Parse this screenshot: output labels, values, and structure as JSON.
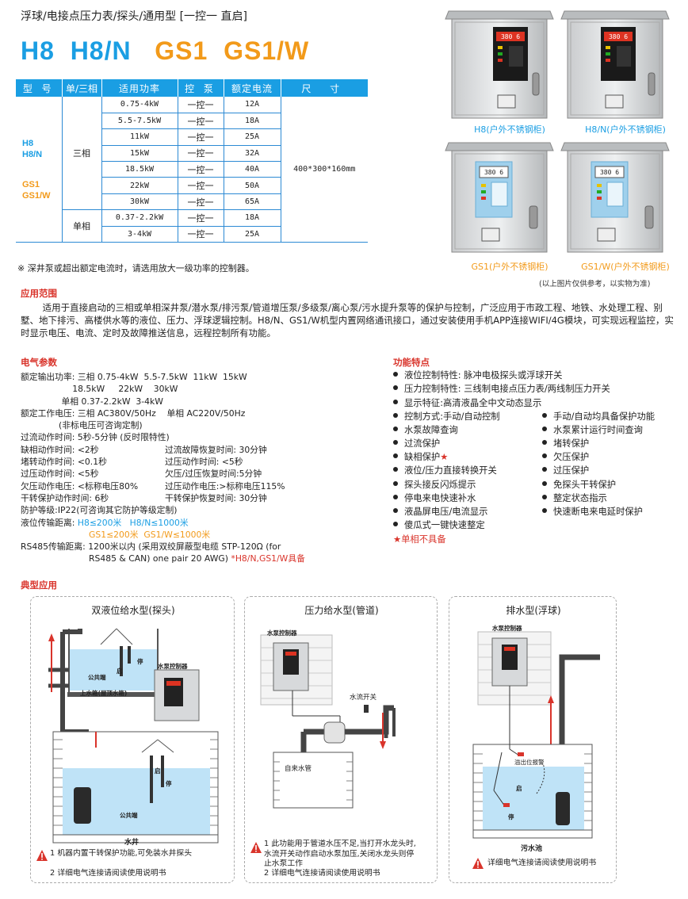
{
  "header": {
    "subtitle": "浮球/电接点压力表/探头/通用型 [一控一 直启]",
    "model_h8": "H8",
    "model_h8n": "H8/N",
    "model_gs1": "GS1",
    "model_gs1w": "GS1/W"
  },
  "table": {
    "headers": [
      "型 号",
      "单/三相",
      "适用功率",
      "控 泵",
      "额定电流",
      "尺 寸"
    ],
    "model_line1": "H8",
    "model_line2": "H8/N",
    "model_line3": "GS1",
    "model_line4": "GS1/W",
    "phase_three": "三相",
    "phase_single": "单相",
    "size": "400*300*160mm",
    "rows": [
      {
        "power": "0.75-4kW",
        "pump": "一控一",
        "current": "12A"
      },
      {
        "power": "5.5-7.5kW",
        "pump": "一控一",
        "current": "18A"
      },
      {
        "power": "11kW",
        "pump": "一控一",
        "current": "25A"
      },
      {
        "power": "15kW",
        "pump": "一控一",
        "current": "32A"
      },
      {
        "power": "18.5kW",
        "pump": "一控一",
        "current": "40A"
      },
      {
        "power": "22kW",
        "pump": "一控一",
        "current": "50A"
      },
      {
        "power": "30kW",
        "pump": "一控一",
        "current": "65A"
      },
      {
        "power": "0.37-2.2kW",
        "pump": "一控一",
        "current": "18A"
      },
      {
        "power": "3-4kW",
        "pump": "一控一",
        "current": "25A"
      }
    ],
    "note": "※ 深井泵或超出额定电流时，请选用放大一级功率的控制器。"
  },
  "cabinets": {
    "h8": "H8(户外不锈钢柜)",
    "h8n": "H8/N(户外不锈钢柜)",
    "gs1": "GS1(户外不锈钢柜)",
    "gs1w": "GS1/W(户外不锈钢柜)",
    "ref_note": "(以上图片仅供参考，以实物为准)",
    "display_text": "380 6"
  },
  "application": {
    "title": "应用范围",
    "text": "适用于直接启动的三相或单相深井泵/潜水泵/排污泵/管道增压泵/多级泵/离心泵/污水提升泵等的保护与控制，广泛应用于市政工程、地铁、水处理工程、别墅、地下排污、高楼供水等的液位、压力、浮球逻辑控制。H8/N、GS1/W机型内置网络通讯接口，通过安装使用手机APP连接WIFI/4G模块，可实现远程监控，实时显示电压、电流、定时及故障推送信息，远程控制所有功能。"
  },
  "electrical": {
    "title": "电气参数",
    "lines": [
      {
        "a": "额定输出功率: 三相 0.75-4kW  5.5-7.5kW  11kW  15kW"
      },
      {
        "a": "                   18.5kW     22kW    30kW"
      },
      {
        "a": "               单相 0.37-2.2kW  3-4kW"
      },
      {
        "a": "额定工作电压: 三相 AC380V/50Hz    单相 AC220V/50Hz"
      },
      {
        "a": "              (非标电压可咨询定制)"
      },
      {
        "a": "过流动作时间: 5秒-5分钟 (反时限特性)"
      }
    ],
    "pairs": [
      {
        "l": "缺相动作时间: <2秒",
        "r": "过流故障恢复时间: 30分钟"
      },
      {
        "l": "堵转动作时间: <0.1秒",
        "r": "过压动作时间: <5秒"
      },
      {
        "l": "过压动作时间: <5秒",
        "r": "欠压/过压恢复时间:5分钟"
      },
      {
        "l": "欠压动作电压: <标称电压80%",
        "r": "过压动作电压:>标称电压115%"
      },
      {
        "l": "干转保护动作时间: 6秒",
        "r": "干转保护恢复时间: 30分钟"
      }
    ],
    "protection": "防护等级:IP22(可咨询其它防护等级定制)",
    "dist_label": "液位传输距离: ",
    "dist_h8": "H8≤200米",
    "dist_h8n": "H8/N≤1000米",
    "dist_gs1": "GS1≤200米",
    "dist_gs1w": "GS1/W≤1000米",
    "rs485_1": "RS485传输距离: 1200米以内 (采用双绞屏蔽型电缆 STP-120Ω (for",
    "rs485_2": "RS485 & CAN) one pair 20 AWG)",
    "rs485_red": " *H8/N,GS1/W具备"
  },
  "features": {
    "title": "功能特点",
    "left": [
      "液位控制特性: 脉冲电极探头或浮球开关",
      "压力控制特性: 三线制电接点压力表/两线制压力开关",
      "显示特征:高清液晶全中文动态显示",
      "控制方式:手动/自动控制",
      "水泵故障查询",
      "过流保护",
      "缺相保护",
      "液位/压力直接转换开关",
      "探头接反闪烁提示",
      "停电来电快速补水",
      "液晶屏电压/电流显示",
      "傻瓜式一键快速整定"
    ],
    "right": [
      "手动/自动均具备保护功能",
      "水泵累计运行时间查询",
      "堵转保护",
      "欠压保护",
      "过压保护",
      "免探头干转保护",
      "整定状态指示",
      "快速断电来电延时保护"
    ],
    "star": "★",
    "single_note": "★单相不具备"
  },
  "typical": {
    "title": "典型应用",
    "panel1_title": "双液位给水型(探头)",
    "panel2_title": "压力给水型(管道)",
    "panel3_title": "排水型(浮球)",
    "p1_tank_lbl": "上水箱(屋顶水箱)",
    "p1_common": "公共端",
    "p1_stop": "停",
    "p1_start": "启",
    "p1_controller": "水泵控制器",
    "p1_well": "水井",
    "p1_warn1": "1 机器内置干转保护功能,可免装水井探头",
    "p1_warn2": "2 详细电气连接请阅读使用说明书",
    "p2_controller": "水泵控制器",
    "p2_switch": "水流开关",
    "p2_tap": "自来水管",
    "p2_warn1": "1 此功能用于管道水压不足,当打开水龙头时,水流开关动作启动水泵加压,关闭水龙头则停止水泵工作",
    "p2_warn2": "2 详细电气连接请阅读使用说明书",
    "p3_controller": "水泵控制器",
    "p3_overflow": "溢出位报警",
    "p3_stop": "停",
    "p3_start": "启",
    "p3_pool": "污水池",
    "p3_warn": "详细电气连接请阅读使用说明书"
  },
  "colors": {
    "blue": "#1a9ee3",
    "orange": "#f29a1a",
    "red": "#d9342b",
    "water": "#bfe3f7"
  }
}
